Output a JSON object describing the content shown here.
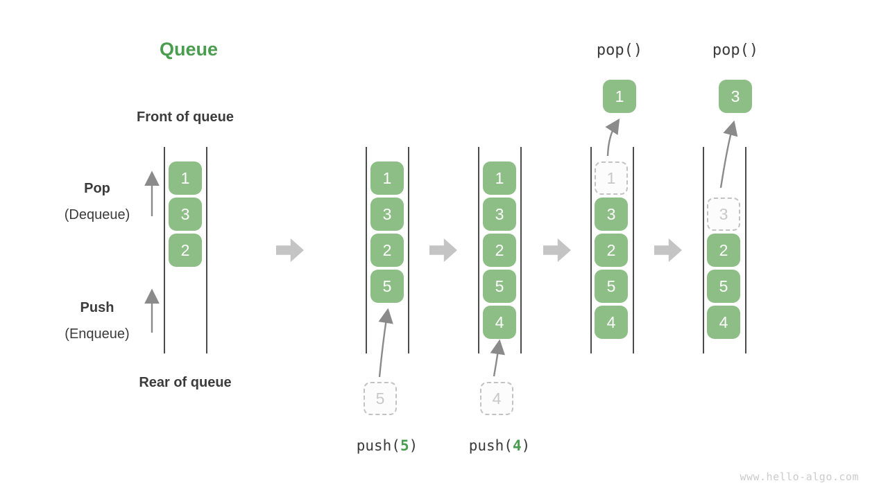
{
  "title": "Queue",
  "labels": {
    "front": "Front of queue",
    "rear": "Rear of queue",
    "pop_main": "Pop",
    "pop_sub": "(Dequeue)",
    "push_main": "Push",
    "push_sub": "(Enqueue)"
  },
  "stages": [
    {
      "slots": [
        "1",
        "3",
        "2"
      ]
    },
    {
      "slots": [
        "1",
        "3",
        "2",
        "5"
      ],
      "incoming": "5",
      "op_prefix": "push(",
      "op_arg": "5",
      "op_suffix": ")"
    },
    {
      "slots": [
        "1",
        "3",
        "2",
        "5",
        "4"
      ],
      "incoming": "4",
      "op_prefix": "push(",
      "op_arg": "4",
      "op_suffix": ")"
    },
    {
      "ghost": "1",
      "slots": [
        "3",
        "2",
        "5",
        "4"
      ],
      "popped": "1",
      "op": "pop()"
    },
    {
      "ghost": "3",
      "slots": [
        "2",
        "5",
        "4"
      ],
      "popped": "3",
      "op": "pop()"
    }
  ],
  "watermark": "www.hello-algo.com",
  "colors": {
    "accent_green": "#4a9d4e",
    "box_green": "#8cbe85",
    "ghost_gray": "#c8c8c8",
    "block_arrow_gray": "#c4c4c4",
    "thin_arrow_gray": "#8a8a8a",
    "wall_gray": "#4b4b4b",
    "text_dark": "#3b3b3b",
    "watermark_gray": "#cbcbcb"
  }
}
